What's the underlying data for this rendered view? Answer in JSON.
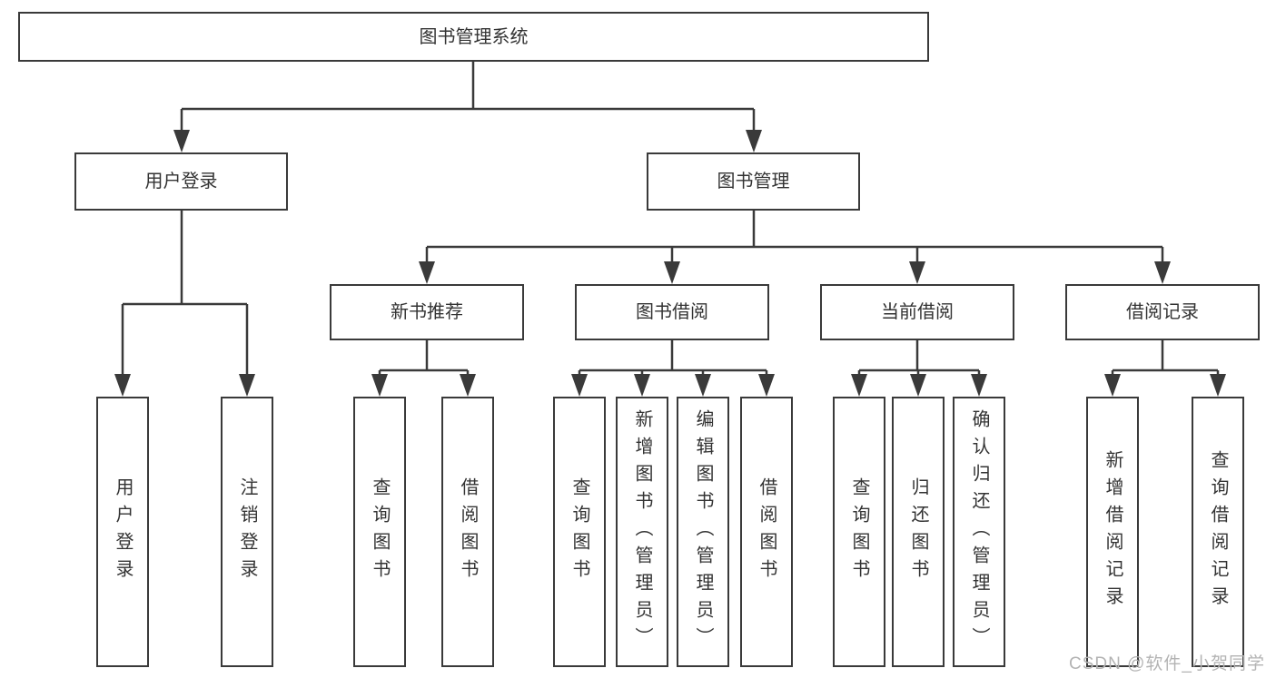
{
  "diagram_title": "图书管理系统",
  "colors": {
    "line": "#3a3a3a",
    "box_border": "#3a3a3a",
    "box_fill": "#ffffff",
    "text": "#333333",
    "watermark_text": "#b3b3b3",
    "background": "#ffffff"
  },
  "watermark": "CSDN @软件_小贺同学",
  "tree": {
    "root": {
      "label": "图书管理系统"
    },
    "branches": [
      {
        "label": "用户登录",
        "children": [
          {
            "label": "用户登录"
          },
          {
            "label": "注销登录"
          }
        ]
      },
      {
        "label": "图书管理",
        "children": [
          {
            "label": "新书推荐",
            "children": [
              {
                "label": "查询图书"
              },
              {
                "label": "借阅图书"
              }
            ]
          },
          {
            "label": "图书借阅",
            "children": [
              {
                "label": "查询图书"
              },
              {
                "label": "新增图书（管理员）"
              },
              {
                "label": "编辑图书（管理员）"
              },
              {
                "label": "借阅图书"
              }
            ]
          },
          {
            "label": "当前借阅",
            "children": [
              {
                "label": "查询图书"
              },
              {
                "label": "归还图书"
              },
              {
                "label": "确认归还（管理员）"
              }
            ]
          },
          {
            "label": "借阅记录",
            "children": [
              {
                "label": "新增借阅记录"
              },
              {
                "label": "查询借阅记录"
              }
            ]
          }
        ]
      }
    ]
  }
}
